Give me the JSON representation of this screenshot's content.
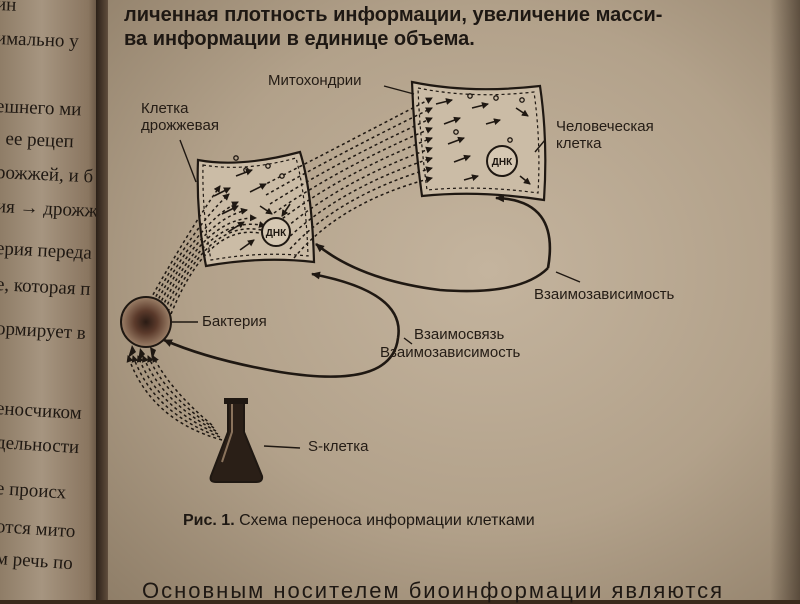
{
  "left_page": {
    "lines": [
      "ин",
      "имально у",
      "ешнего ми",
      ", ее рецеп",
      "рожжей, и б",
      "ия → дрожж",
      "ерия переда",
      "е, которая п",
      "ормирует в",
      "еносчиком",
      "дельности",
      "е происх",
      "отся мито",
      "м речь по"
    ]
  },
  "top_text": {
    "line1": "личенная плотность информации, увеличение масси-",
    "line2": "ва информации в единице объема."
  },
  "figure": {
    "labels": {
      "yeast_cell": "Клетка\nдрожжевая",
      "mitochondria": "Митохондрии",
      "human_cell": "Человеческая\nклетка",
      "bacterium": "Бактерия",
      "interdependence": "Взаимозависимость",
      "relation_1": "Взаимосвязь",
      "relation_2": "Взаимозависимость",
      "s_cell": "S-клетка",
      "dna": "ДНК"
    },
    "caption_prefix": "Рис. 1.",
    "caption_text": " Схема переноса информации клетками"
  },
  "body_text": {
    "line1": "Основным носителем биоинформации являются"
  }
}
